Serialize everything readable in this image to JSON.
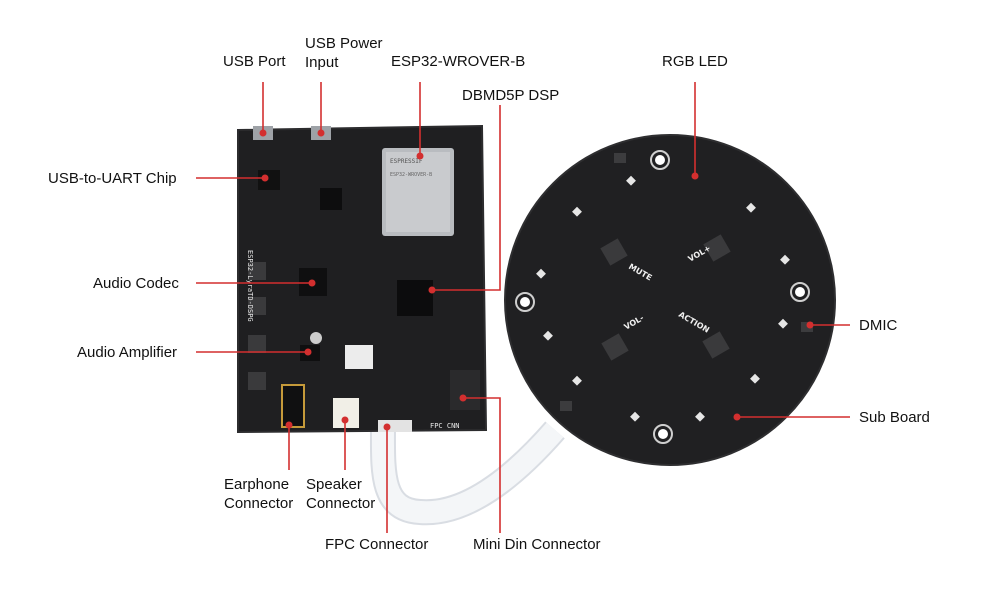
{
  "labels": {
    "usb_port": "USB Port",
    "usb_power_input": "USB Power\nInput",
    "esp32": "ESP32-WROVER-B",
    "dbmd5p": "DBMD5P DSP",
    "rgb_led": "RGB LED",
    "usb_to_uart": "USB-to-UART Chip",
    "audio_codec": "Audio Codec",
    "audio_amplifier": "Audio Amplifier",
    "dmic": "DMIC",
    "sub_board": "Sub Board",
    "earphone_connector": "Earphone\nConnector",
    "speaker_connector": "Speaker\nConnector",
    "fpc_connector": "FPC Connector",
    "mini_din_connector": "Mini Din Connector"
  },
  "colors": {
    "leader_line": "#d32f2f",
    "board": "#1e1e1f",
    "label_text": "#111111"
  }
}
